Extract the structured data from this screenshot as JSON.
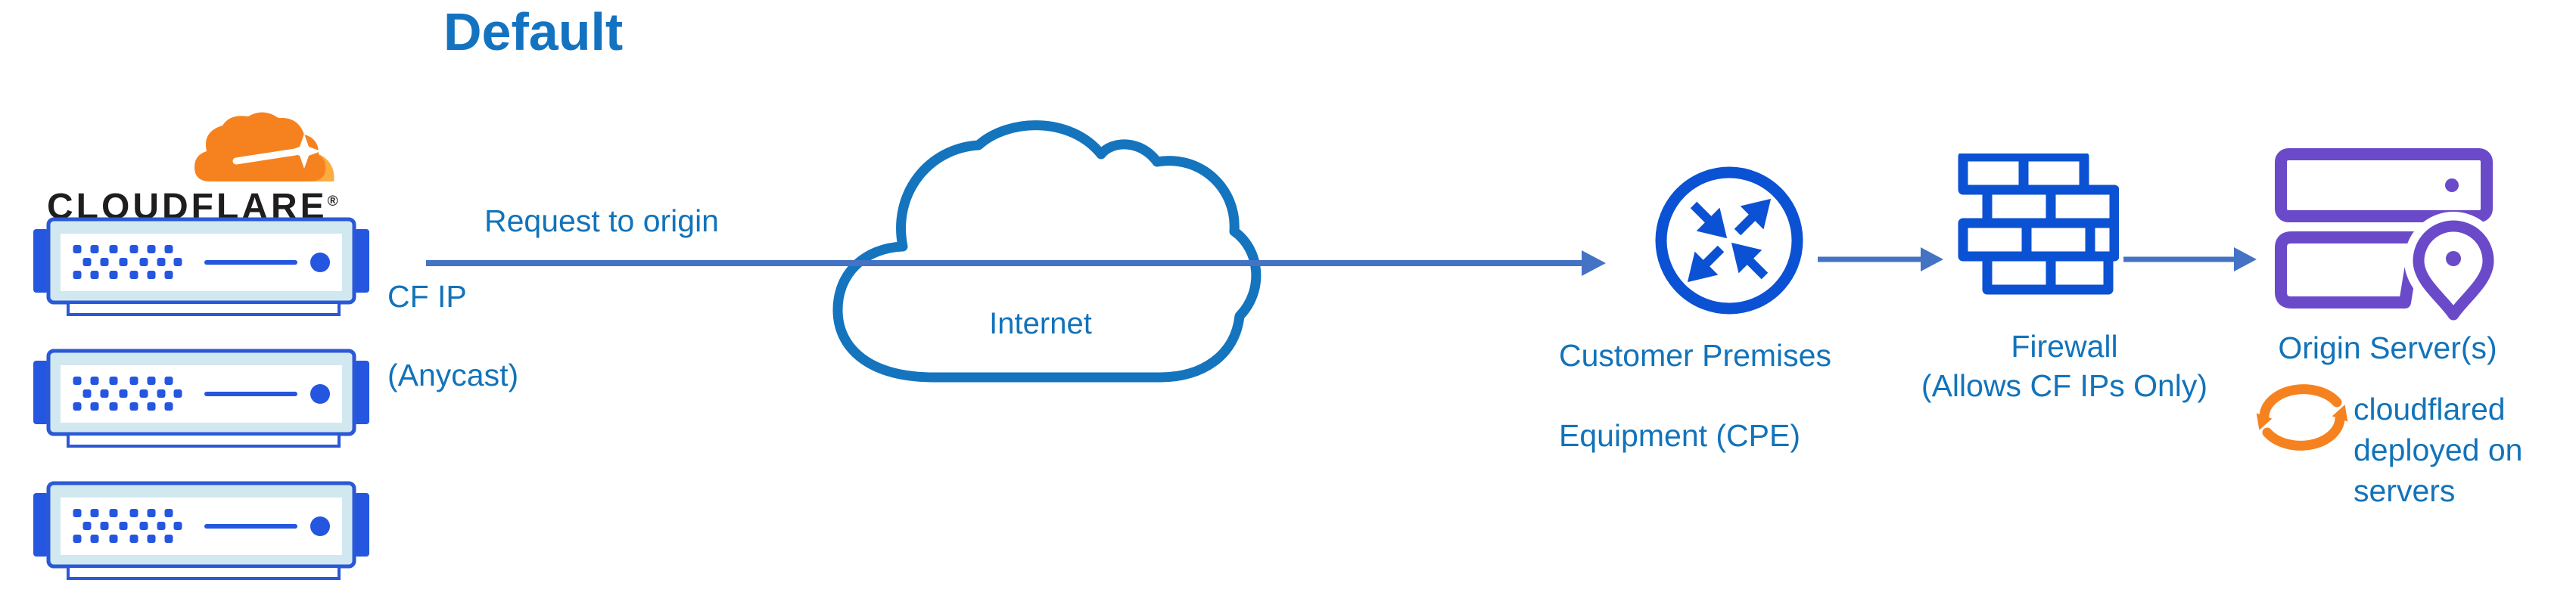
{
  "title": "Default",
  "logo": {
    "wordmark": "CLOUDFLARE",
    "registered": "®"
  },
  "edge": {
    "request_label": "Request to origin",
    "cf_ip_line1": "CF IP",
    "cf_ip_line2": "(Anycast)"
  },
  "internet": {
    "label": "Internet"
  },
  "cpe": {
    "line1": "Customer Premises",
    "line2": "Equipment (CPE)"
  },
  "firewall": {
    "line1": "Firewall",
    "line2": "(Allows CF IPs Only)"
  },
  "origin": {
    "label": "Origin Server(s)",
    "note": "cloudflared deployed on servers"
  },
  "colors": {
    "title_blue": "#1373C1",
    "label_blue": "#1273BA",
    "arrow_blue": "#4472C4",
    "icon_blue": "#0B51D3",
    "cloud_blue": "#1474BE",
    "server_bright_blue": "#2456E0",
    "server_border_blue": "#2B58D6",
    "server_fill": "#D2E8F0",
    "origin_purple": "#6B4AC9",
    "cloudflare_orange": "#F6821F",
    "cloudflare_orange_light": "#FBAD41",
    "wordmark_ink": "#1E1E1E"
  }
}
